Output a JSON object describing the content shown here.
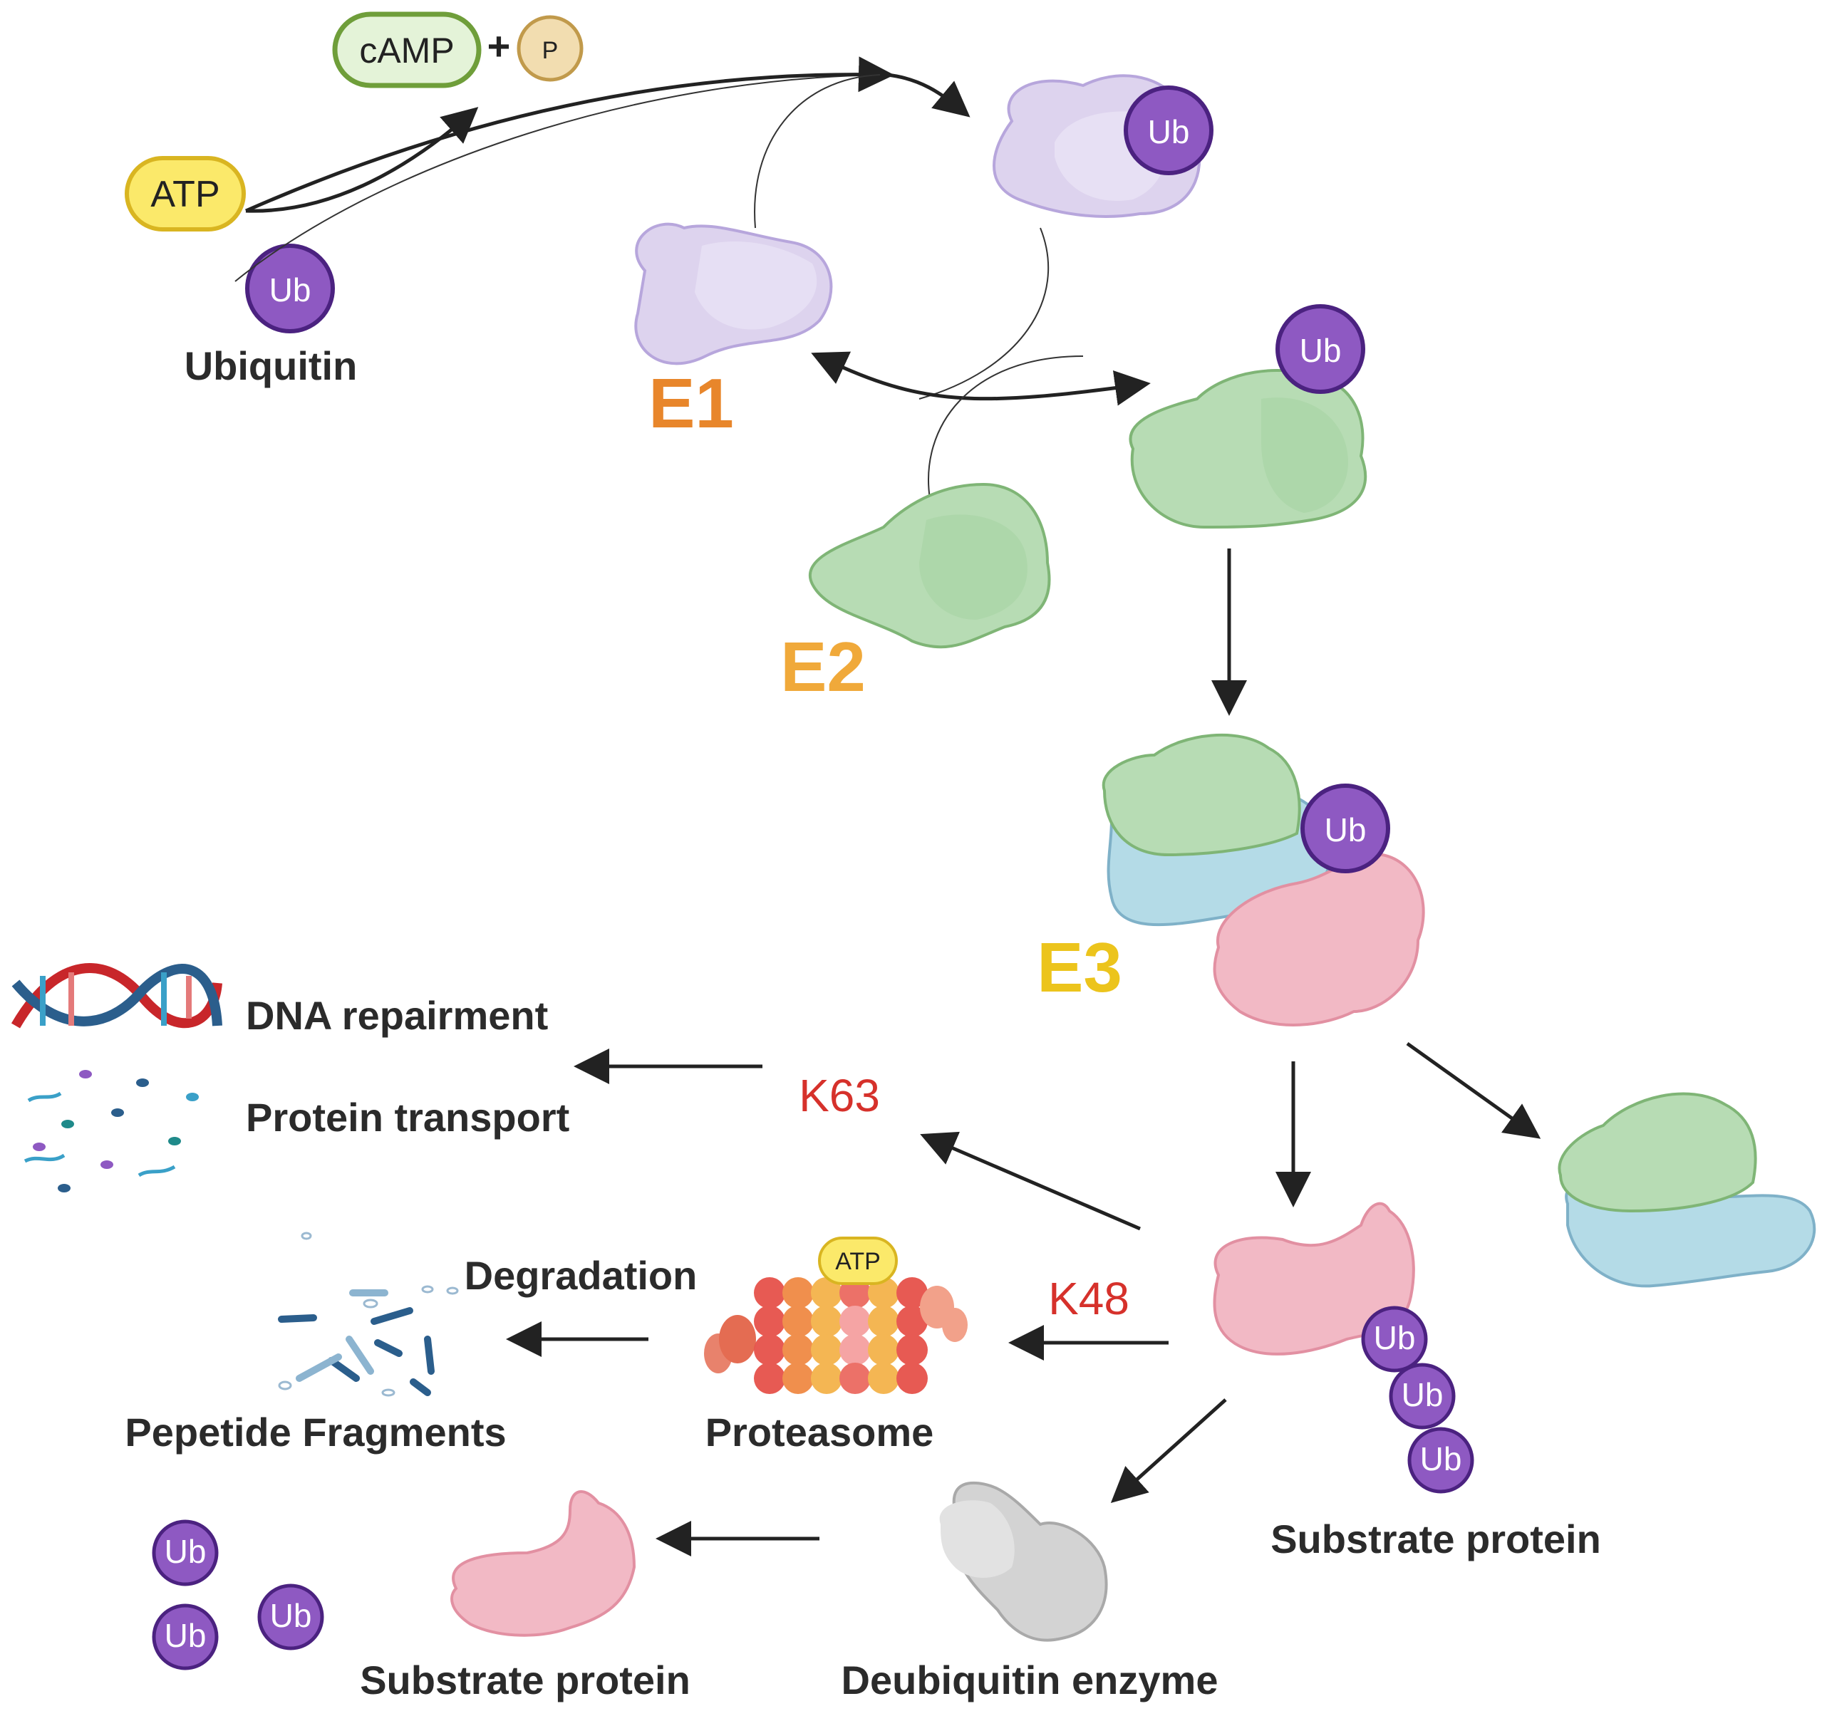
{
  "nodes": {
    "camp": "cAMP",
    "plus": "+",
    "phosphate": "P",
    "atp": "ATP",
    "ub": "Ub",
    "ubiquitin": "Ubiquitin",
    "e1": "E1",
    "e2": "E2",
    "e3": "E3",
    "k63": "K63",
    "k48": "K48",
    "dna_repair": "DNA repairment",
    "protein_transport": "Protein transport",
    "degradation": "Degradation",
    "peptide_fragments": "Pepetide Fragments",
    "proteasome": "Proteasome",
    "proteasome_atp": "ATP",
    "substrate_protein_right": "Substrate protein",
    "substrate_protein_bottom": "Substrate protein",
    "deubiquitin_enzyme": "Deubiquitin enzyme"
  },
  "colors": {
    "e1_label": "#e8862b",
    "e2_label": "#f0a93a",
    "e3_label": "#ecc41c",
    "k_label": "#d6312b",
    "ub_fill": "#8e59c2",
    "ub_stroke": "#4b2280",
    "e1_protein": "#ddd3ee",
    "e2_protein": "#b7dcb4",
    "e3_blue": "#b4dbe7",
    "substrate_pink": "#f2b9c5",
    "deub_grey": "#d3d3d3"
  }
}
